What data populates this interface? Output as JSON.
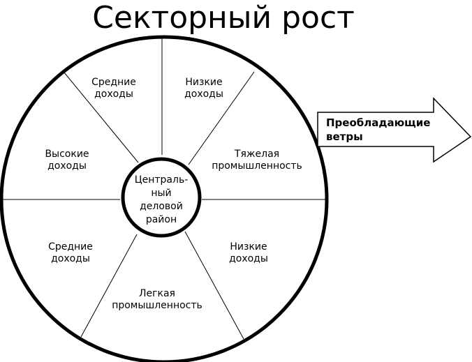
{
  "title": "Секторный рост",
  "center": {
    "lines": [
      "Централь-",
      "ный",
      "деловой",
      "район"
    ]
  },
  "sectors": [
    {
      "id": "top-left",
      "lines": [
        "Средние",
        "доходы"
      ]
    },
    {
      "id": "top-right",
      "lines": [
        "Низкие",
        "доходы"
      ]
    },
    {
      "id": "left",
      "lines": [
        "Высокие",
        "доходы"
      ]
    },
    {
      "id": "right",
      "lines": [
        "Тяжелая",
        "промышленность"
      ]
    },
    {
      "id": "bottom-left",
      "lines": [
        "Средние",
        "доходы"
      ]
    },
    {
      "id": "bottom-right",
      "lines": [
        "Низкие",
        "доходы"
      ]
    },
    {
      "id": "bottom",
      "lines": [
        "Легкая",
        "промышленность"
      ]
    }
  ],
  "wind": {
    "lines": [
      "Преобладающие",
      "ветры"
    ]
  }
}
